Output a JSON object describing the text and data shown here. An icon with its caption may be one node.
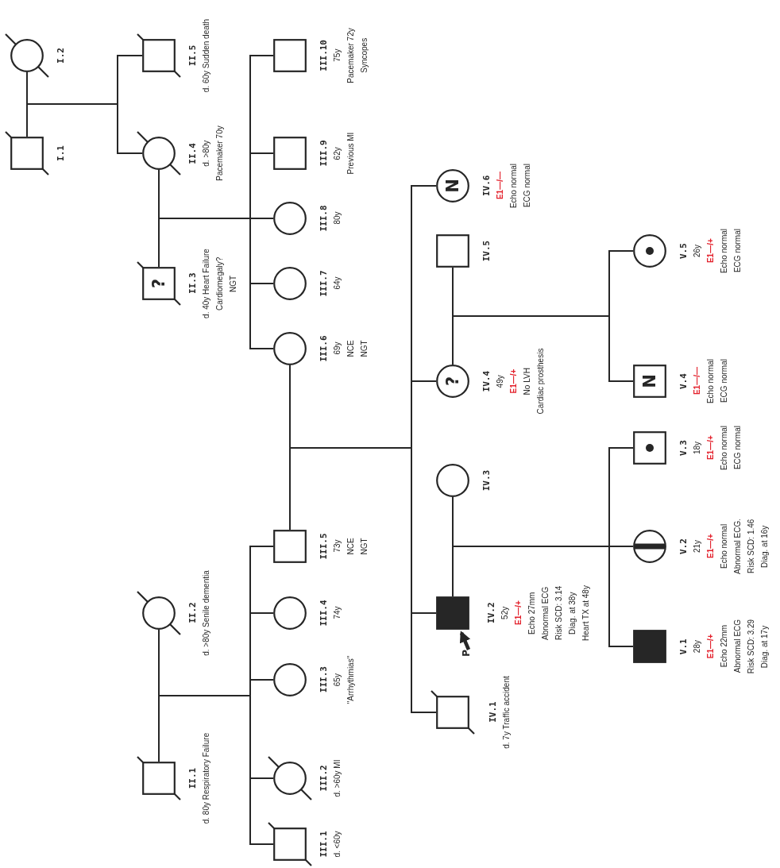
{
  "diagram": {
    "nodes": [
      {
        "text": [],
        "shape": "circle",
        "beside": [
          "I.2"
        ]
      },
      {
        "text": [],
        "shape": "square",
        "beside": [
          "I.1"
        ]
      },
      {
        "text": [],
        "shape": "square",
        "beside": [
          "II.5",
          "d. 60y Sudden death"
        ]
      },
      {
        "text": [],
        "shape": "circle",
        "beside": [
          "II.4",
          "d. >80y",
          "Pacemaker 70y"
        ]
      },
      {
        "text": [
          "?"
        ],
        "beside": [
          "II.3",
          "d. 40y Heart Failure",
          "Cardiomegaly?",
          "NGT"
        ]
      },
      {
        "text": [],
        "shape": "circle",
        "beside": [
          "II.2",
          "d. >80y Senile dementia"
        ]
      },
      {
        "text": [],
        "shape": "square",
        "beside": [
          "II.1",
          "d. 80y Respiratory Failure"
        ]
      },
      {
        "text": [],
        "shape": "square",
        "beside": [
          "III.10",
          "75y",
          "Pacemaker 72y",
          "Syncopes"
        ]
      },
      {
        "text": [],
        "shape": "square",
        "beside": [
          "III.9",
          "62y",
          "Previous MI"
        ]
      },
      {
        "text": [],
        "shape": "circle",
        "beside": [
          "III.8",
          "80y"
        ]
      },
      {
        "text": [],
        "shape": "circle",
        "beside": [
          "III.7",
          "64y"
        ]
      },
      {
        "text": [],
        "shape": "circle",
        "beside": [
          "III.6",
          "69y",
          "NCE",
          "NGT"
        ]
      },
      {
        "text": [],
        "shape": "square",
        "beside": [
          "III.5",
          "73y",
          "NCE",
          "NGT"
        ]
      },
      {
        "text": [],
        "shape": "circle",
        "beside": [
          "III.4",
          "74y"
        ]
      },
      {
        "text": [],
        "shape": "circle",
        "beside": [
          "III.3",
          "65y",
          "\"Arrhythmias\""
        ]
      },
      {
        "text": [],
        "shape": "circle",
        "beside": [
          "III.2",
          "d. >60y MI"
        ]
      },
      {
        "text": [],
        "shape": "square",
        "beside": [
          "III.1",
          "d. <60y"
        ]
      },
      {
        "text": [
          "N"
        ],
        "beside": [
          "IV.6",
          "E1—/—",
          "Echo normal",
          "ECG normal"
        ]
      },
      {
        "text": [],
        "shape": "square",
        "beside": [
          "IV.5"
        ]
      },
      {
        "text": [
          "?"
        ],
        "beside": [
          "IV.4",
          "49y",
          "E1—/+",
          "No LVH",
          "Cardiac prosthesis"
        ]
      },
      {
        "text": [],
        "shape": "circle",
        "beside": [
          "IV.3"
        ]
      },
      {
        "text": [],
        "shape": "square",
        "beside": [
          "IV.2",
          "52y",
          "E1—/+",
          "Echo 27mm",
          "Abnormal ECG",
          "Risk SCD: 3.14",
          "Diag. at 38y",
          "Heart TX at 48y"
        ]
      },
      {
        "text": [],
        "shape": "square",
        "beside": [
          "IV.1",
          "d. 7y Traffic accident"
        ]
      },
      {
        "text": [],
        "shape": "circle",
        "beside": [
          "V.5",
          "26y",
          "E1—/+",
          "Echo normal",
          "ECG normal"
        ]
      },
      {
        "text": [
          "N"
        ],
        "beside": [
          "V.4",
          "E1—/—",
          "Echo normal",
          "ECG normal"
        ]
      },
      {
        "text": [],
        "shape": "square",
        "beside": [
          "V.3",
          "18y",
          "E1—/+",
          "Echo normal",
          "ECG normal"
        ]
      },
      {
        "text": [],
        "shape": "circle",
        "beside": [
          "V.2",
          "21y",
          "E1—/+",
          "Echo normal",
          "Abnormal ECG.",
          "Risk SCD: 1.46",
          "Diag. at 16y"
        ]
      },
      {
        "text": [],
        "shape": "square",
        "beside": [
          "V.1",
          "28y",
          "E1—/+",
          "Echo 22mm",
          "Abnormal ECG",
          "Risk SCD: 3.29",
          "Diag. at 17y"
        ]
      },
      {
        "text": [
          "P"
        ]
      }
    ],
    "edges": [
      {
        "from": 0,
        "to": 1,
        "arrow": "none"
      },
      {
        "from": 0,
        "to": 2,
        "arrow": "none"
      },
      {
        "from": 1,
        "to": 2,
        "arrow": "none"
      },
      {
        "from": 0,
        "to": 3,
        "arrow": "none"
      },
      {
        "from": 1,
        "to": 3,
        "arrow": "none"
      },
      {
        "from": 3,
        "to": 4,
        "arrow": "none"
      },
      {
        "from": 3,
        "to": 7,
        "arrow": "none"
      },
      {
        "from": 4,
        "to": 7,
        "arrow": "none"
      },
      {
        "from": 3,
        "to": 8,
        "arrow": "none"
      },
      {
        "from": 4,
        "to": 8,
        "arrow": "none"
      },
      {
        "from": 3,
        "to": 9,
        "arrow": "none"
      },
      {
        "from": 4,
        "to": 9,
        "arrow": "none"
      },
      {
        "from": 3,
        "to": 10,
        "arrow": "none"
      },
      {
        "from": 4,
        "to": 10,
        "arrow": "none"
      },
      {
        "from": 3,
        "to": 11,
        "arrow": "none"
      },
      {
        "from": 4,
        "to": 11,
        "arrow": "none"
      },
      {
        "from": 5,
        "to": 6,
        "arrow": "none"
      },
      {
        "from": 5,
        "to": 12,
        "arrow": "none"
      },
      {
        "from": 6,
        "to": 12,
        "arrow": "none"
      },
      {
        "from": 5,
        "to": 13,
        "arrow": "none"
      },
      {
        "from": 6,
        "to": 13,
        "arrow": "none"
      },
      {
        "from": 5,
        "to": 14,
        "arrow": "none"
      },
      {
        "from": 6,
        "to": 14,
        "arrow": "none"
      },
      {
        "from": 5,
        "to": 15,
        "arrow": "none"
      },
      {
        "from": 6,
        "to": 15,
        "arrow": "none"
      },
      {
        "from": 5,
        "to": 16,
        "arrow": "none"
      },
      {
        "from": 6,
        "to": 16,
        "arrow": "none"
      },
      {
        "from": 11,
        "to": 12,
        "arrow": "none"
      },
      {
        "from": 11,
        "to": 17,
        "arrow": "none"
      },
      {
        "from": 12,
        "to": 17,
        "arrow": "none"
      },
      {
        "from": 11,
        "to": 19,
        "arrow": "none"
      },
      {
        "from": 12,
        "to": 19,
        "arrow": "none"
      },
      {
        "from": 11,
        "to": 21,
        "arrow": "none"
      },
      {
        "from": 12,
        "to": 21,
        "arrow": "none"
      },
      {
        "from": 11,
        "to": 22,
        "arrow": "none"
      },
      {
        "from": 12,
        "to": 22,
        "arrow": "none"
      },
      {
        "from": 18,
        "to": 19,
        "arrow": "none"
      },
      {
        "from": 18,
        "to": 23,
        "arrow": "none"
      },
      {
        "from": 19,
        "to": 23,
        "arrow": "none"
      },
      {
        "from": 18,
        "to": 24,
        "arrow": "none"
      },
      {
        "from": 19,
        "to": 24,
        "arrow": "none"
      },
      {
        "from": 20,
        "to": 21,
        "arrow": "none"
      },
      {
        "from": 20,
        "to": 25,
        "arrow": "none"
      },
      {
        "from": 21,
        "to": 25,
        "arrow": "none"
      },
      {
        "from": 20,
        "to": 26,
        "arrow": "none"
      },
      {
        "from": 21,
        "to": 26,
        "arrow": "none"
      },
      {
        "from": 20,
        "to": 27,
        "arrow": "none"
      },
      {
        "from": 21,
        "to": 27,
        "arrow": "none"
      },
      {
        "from": 28,
        "to": 21,
        "arrow": "to",
        "style": "thick"
      }
    ]
  }
}
